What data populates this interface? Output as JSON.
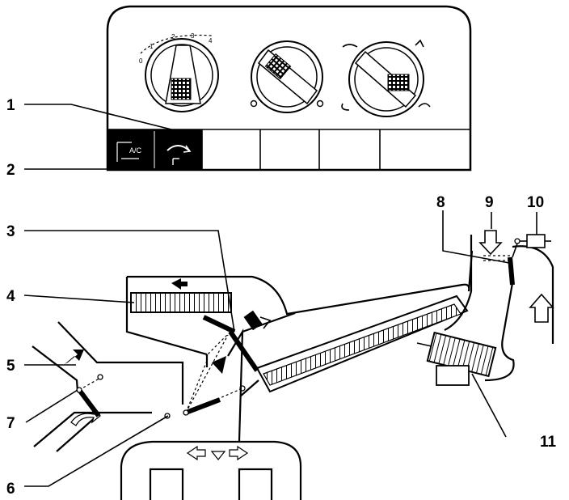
{
  "callouts": {
    "c1": "1",
    "c2": "2",
    "c3": "3",
    "c4": "4",
    "c5": "5",
    "c6": "6",
    "c7": "7",
    "c8": "8",
    "c9": "9",
    "c10": "10",
    "c11": "11"
  },
  "dial_scale": {
    "s0": "0",
    "s1": "1",
    "s2": "2",
    "s3": "3",
    "s4": "4"
  },
  "buttons": {
    "ac_label": "A/C"
  }
}
